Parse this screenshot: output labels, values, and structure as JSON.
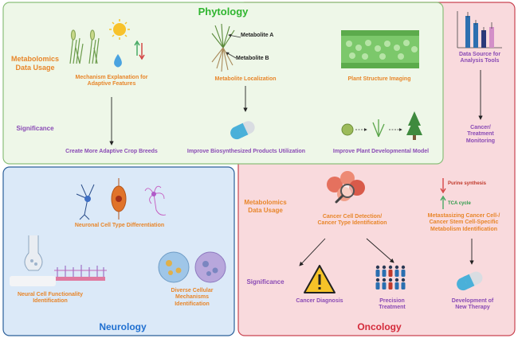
{
  "colors": {
    "orange": "#e8862a",
    "purple": "#8a4bb5",
    "phytology_title": "#2fb52f",
    "neurology_title": "#1f6fd0",
    "oncology_title": "#d42a3a",
    "phytology_bg": "#eef7e8",
    "neurology_bg": "#dbe9f8",
    "oncology_bg": "#f9dadd"
  },
  "icons": [
    "wheat-plant-icon",
    "sun-icon",
    "water-drop-icon",
    "up-down-arrows-icon",
    "plant-roots-icon",
    "leaf-tissue-icon",
    "capsule-pill-icon",
    "seed-to-tree-icon",
    "bar-chart-icon",
    "neuron-icon",
    "synapse-icon",
    "cells-icon",
    "cancer-cell-icon",
    "magnifier-icon",
    "warning-sign-icon",
    "people-icon"
  ],
  "phytology": {
    "title": "Phytology",
    "usage_label": "Metabolomics\nData Usage",
    "significance_label": "Significance",
    "mechanism": "Mechanism Explanation for\nAdaptive Features",
    "localization": "Metabolite Localization",
    "metabolite_a": "Metabolite A",
    "metabolite_b": "Metabolite B",
    "imaging": "Plant Structure Imaging",
    "crop": "Create More Adaptive Crop Breeds",
    "biosynth": "Improve Biosynthesized Products Utilization",
    "developmental": "Improve Plant Developmental Model"
  },
  "right_column": {
    "data_source": "Data Source for\nAnalysis Tools",
    "monitoring": "Cancer/\nTreatment\nMonitoring"
  },
  "neurology": {
    "title": "Neurology",
    "differentiation": "Neuronal Cell Type Differentiation",
    "functionality": "Neural Cell Functionality\nIdentification",
    "mechanisms": "Diverse Cellular\nMechanisms\nIdentification"
  },
  "oncology": {
    "title": "Oncology",
    "usage_label": "Metabolomics\nData Usage",
    "significance_label": "Significance",
    "detection": "Cancer Cell Detection/\nCancer Type Identification",
    "purine": "Purine synthesis",
    "tca": "TCA cycle",
    "metastasizing": "Metastasizing Cancer Cell-/\nCancer Stem Cell-Specific\nMetabolism Identification",
    "diagnosis": "Cancer Diagnosis",
    "precision": "Precision\nTreatment",
    "therapy": "Development of\nNew Therapy"
  }
}
